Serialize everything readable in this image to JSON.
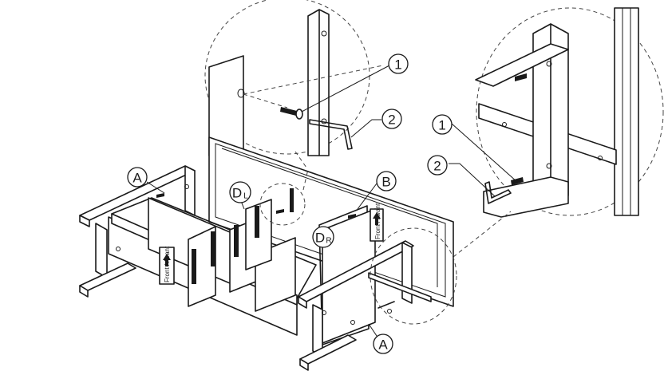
{
  "callouts": {
    "part_1_top": "1",
    "part_2_top": "2",
    "part_1_right": "1",
    "part_2_right": "2",
    "part_a_left": "A",
    "part_a_bottom": "A",
    "part_b": "B",
    "part_dl_letter": "D",
    "part_dl_sub": "L",
    "part_dr_letter": "D",
    "part_dr_sub": "R"
  },
  "orientation_labels": {
    "left_panel": "Front / Avant",
    "right_panel": "Front / Avant"
  },
  "colors": {
    "line": "#1a1a1a",
    "background": "#ffffff",
    "dashed": "#444444"
  }
}
